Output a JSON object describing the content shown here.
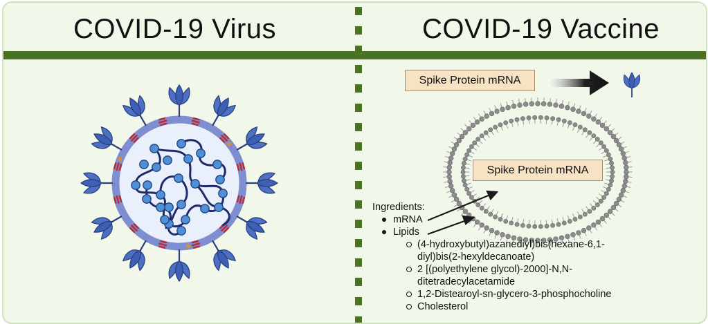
{
  "panels": {
    "left_title": "COVID-19 Virus",
    "right_title": "COVID-19 Vaccine"
  },
  "vaccine": {
    "top_label": "Spike Protein mRNA",
    "lnp_label": "Spike Protein mRNA"
  },
  "ingredients": {
    "heading": "Ingredients:",
    "items": [
      "mRNA",
      "Lipids"
    ],
    "lipids": [
      "(4-hydroxybutyl)azanediyl)bis(hexane-6,1-diyl)bis(2-hexyldecanoate)",
      "2 [(polyethylene glycol)-2000]-N,N-ditetradecylacetamide",
      "1,2-Distearoyl-sn-glycero-3-phosphocholine",
      "Cholesterol"
    ]
  },
  "colors": {
    "frame_bg": "#f1f8ea",
    "frame_border": "#cfe3b4",
    "bar_green": "#4a7323",
    "spike_blue": "#4d6fc4",
    "spike_dark": "#2a3f7e",
    "envelope": "#7f8ed0",
    "membrane_red": "#b3303a",
    "rna_navy": "#1f2a6b",
    "rna_bead": "#4f8fd6",
    "label_fill": "#f7e2c3"
  }
}
